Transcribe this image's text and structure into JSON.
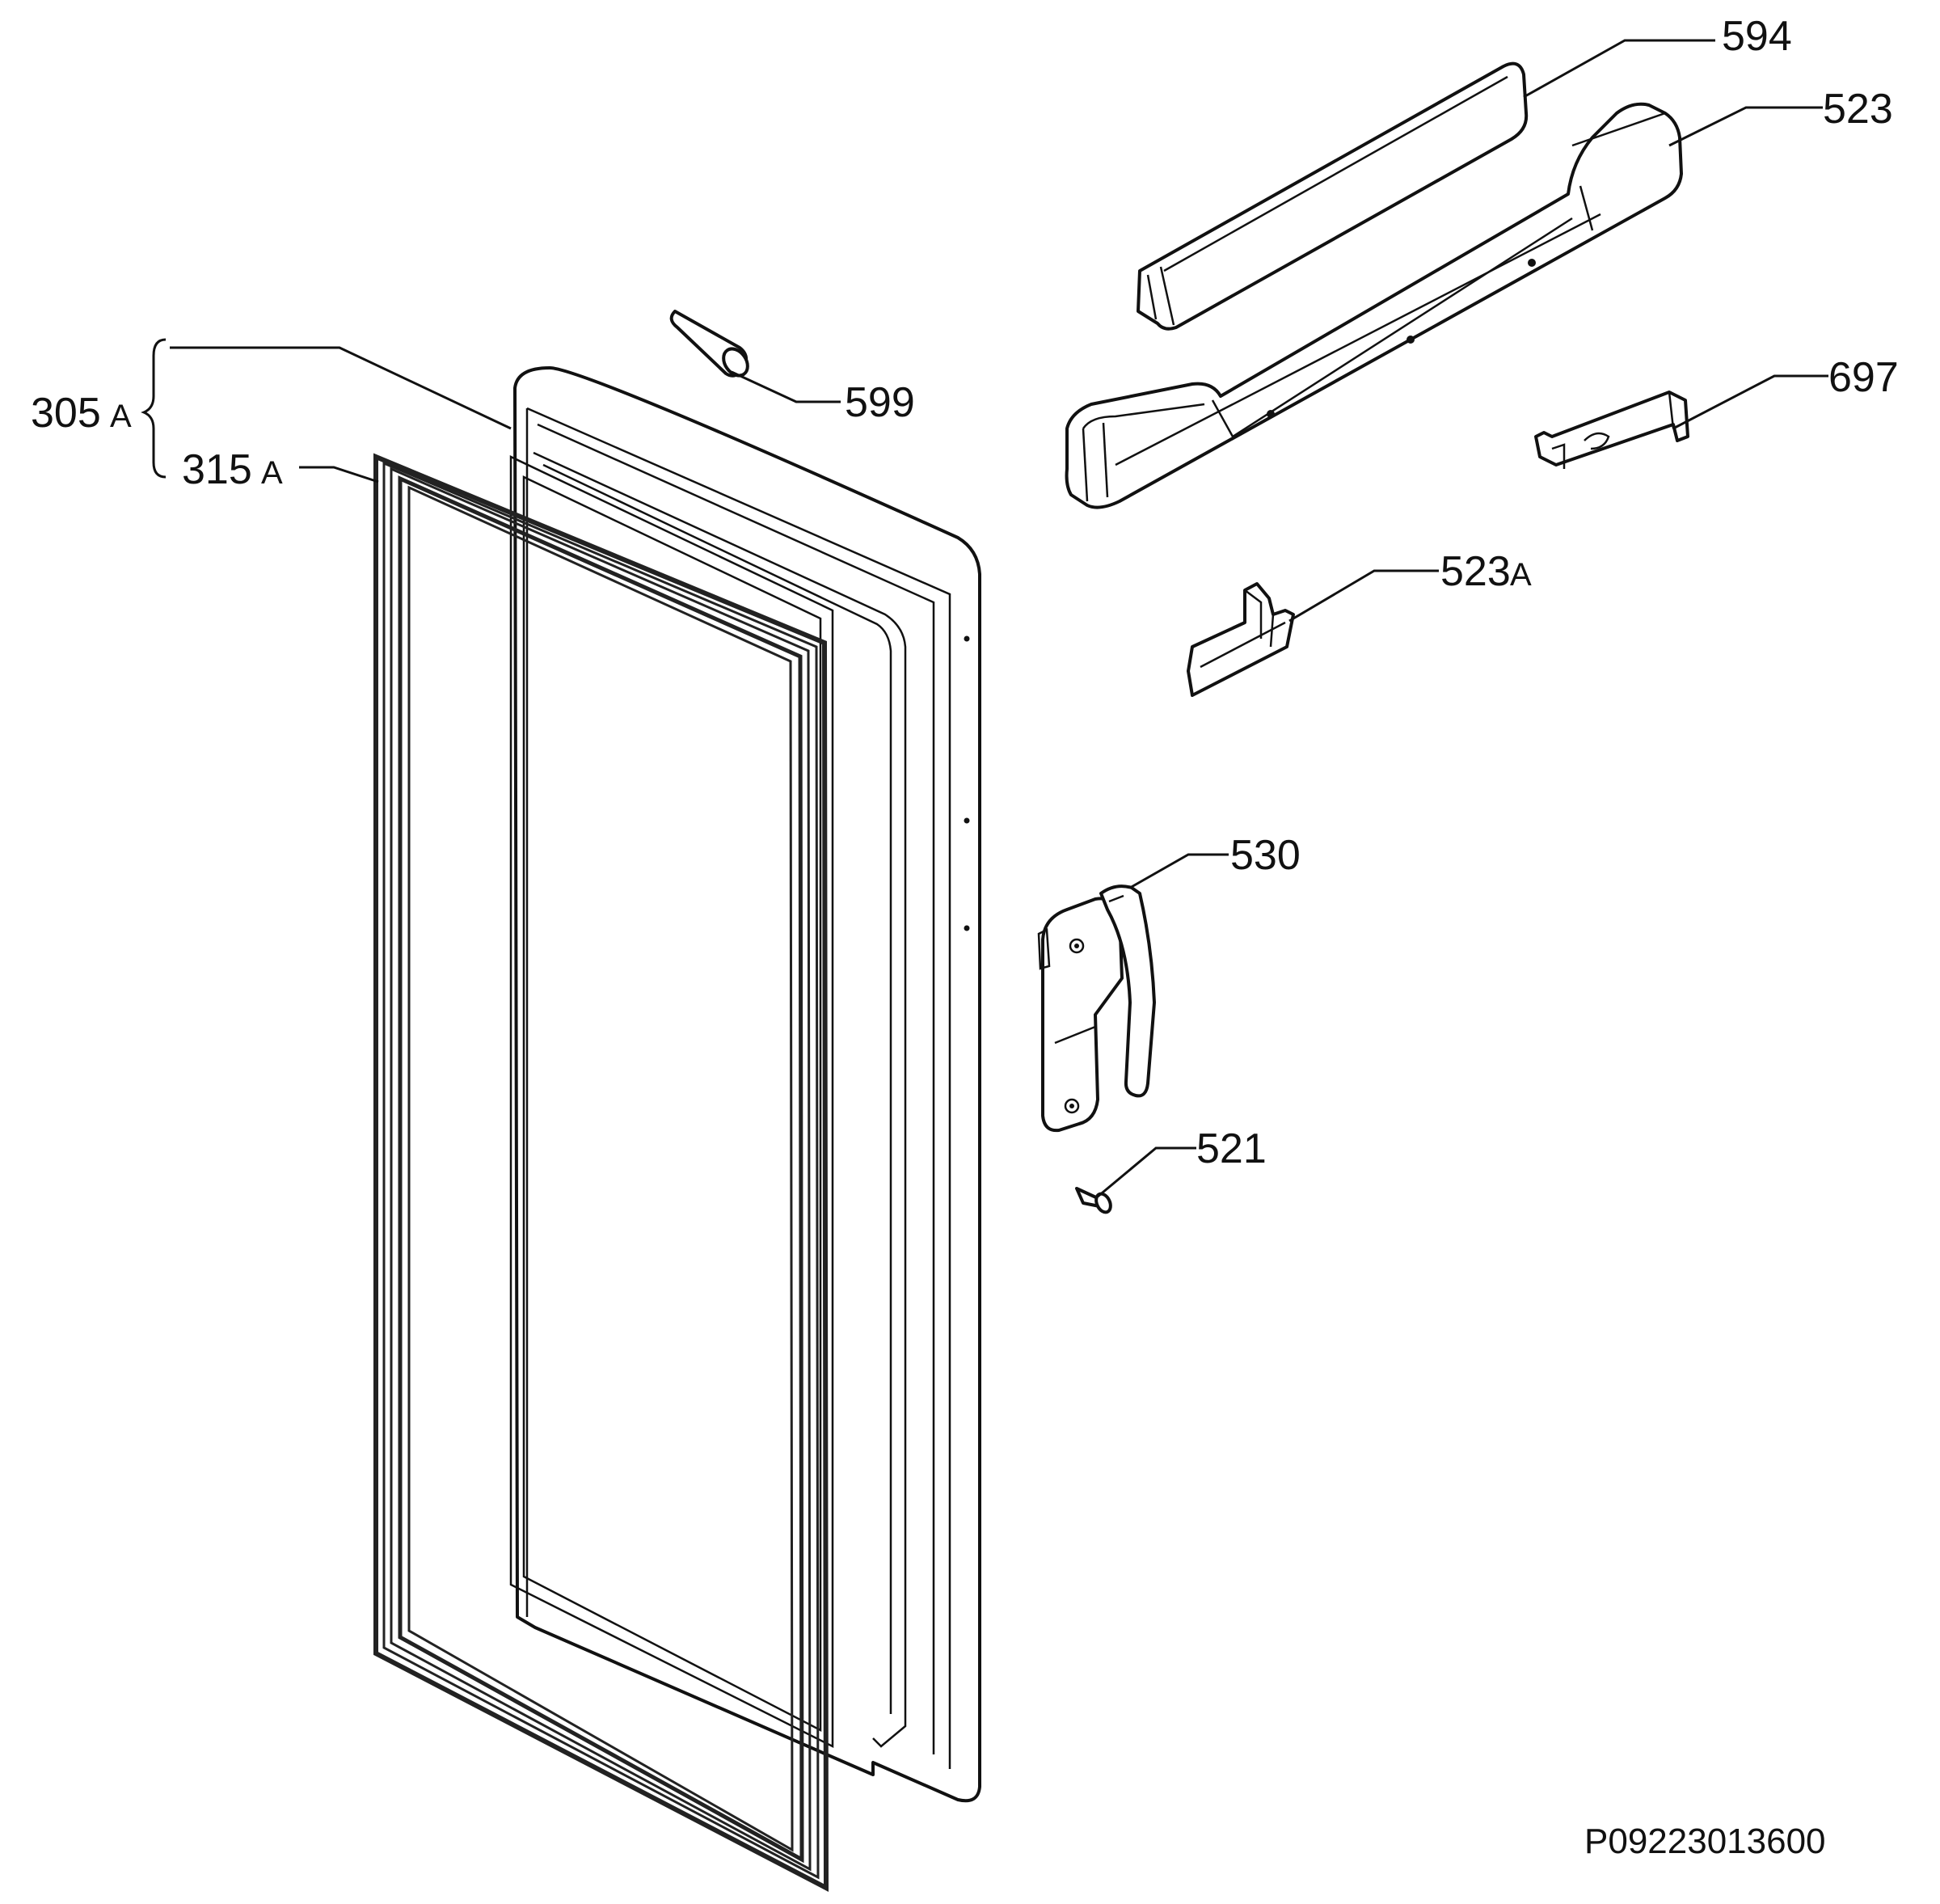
{
  "labels": {
    "l594": "594",
    "l523": "523",
    "l697": "697",
    "l599": "599",
    "l305": "305",
    "l305s": "A",
    "l315": "315",
    "l315s": "A",
    "l523a": "523",
    "l523as": "A",
    "l530": "530",
    "l521": "521"
  },
  "drawing_code": "P09223013600"
}
